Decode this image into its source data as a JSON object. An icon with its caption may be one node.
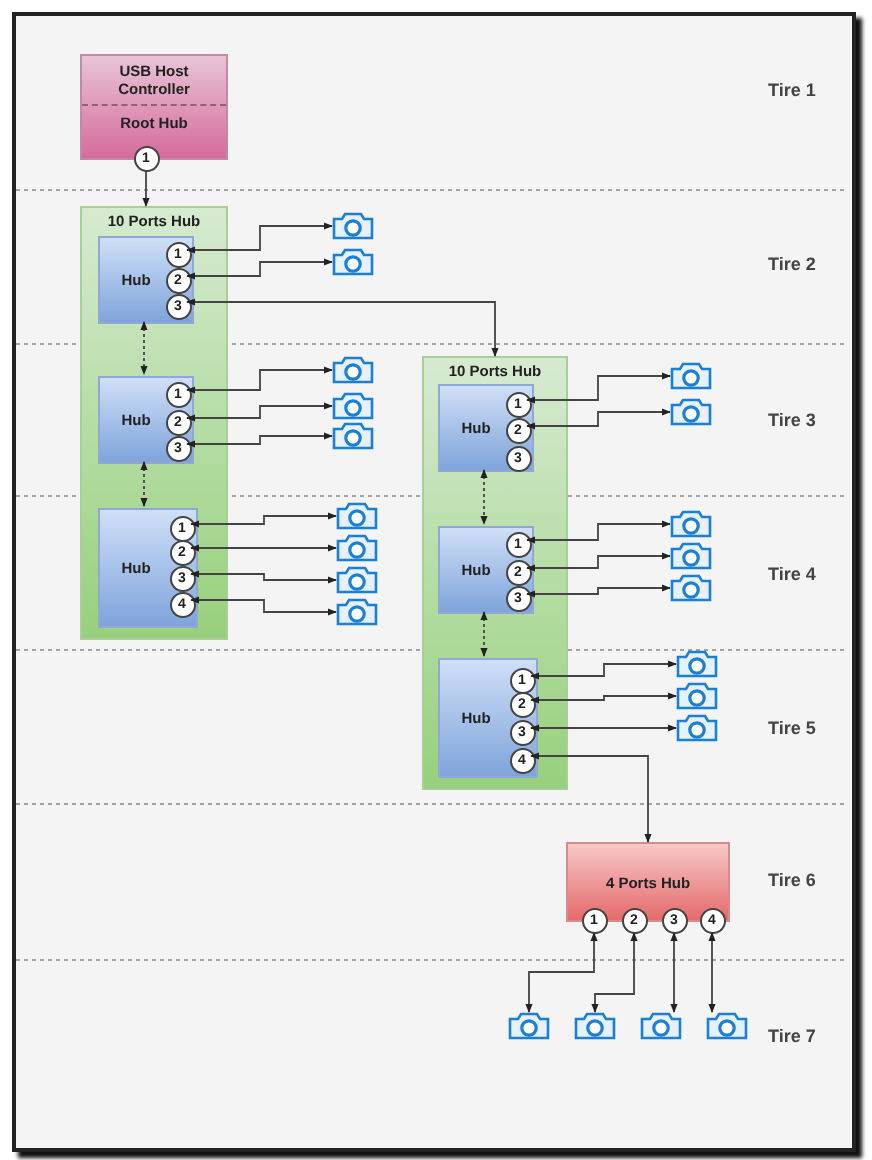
{
  "diagram": {
    "nodes": [
      {
        "text": [
          "USB Host Controller",
          "Root Hub"
        ]
      },
      {
        "text": [
          "1"
        ]
      },
      {
        "text": [
          "10 Ports Hub"
        ]
      },
      {
        "text": [
          "Hub"
        ],
        "in": 2
      },
      {
        "text": [
          "1"
        ],
        "in": 3
      },
      {
        "text": [
          "2"
        ],
        "in": 3
      },
      {
        "text": [
          "3"
        ],
        "in": 3
      },
      {
        "text": [],
        "shape": "camera"
      },
      {
        "text": [],
        "shape": "camera"
      },
      {
        "text": [
          "Hub"
        ],
        "in": 2
      },
      {
        "text": [
          "1"
        ],
        "in": 9
      },
      {
        "text": [
          "2"
        ],
        "in": 9
      },
      {
        "text": [
          "3"
        ],
        "in": 9
      },
      {
        "text": [],
        "shape": "camera"
      },
      {
        "text": [],
        "shape": "camera"
      },
      {
        "text": [],
        "shape": "camera"
      },
      {
        "text": [
          "Hub"
        ],
        "in": 2
      },
      {
        "text": [
          "1"
        ],
        "in": 16
      },
      {
        "text": [
          "2"
        ],
        "in": 16
      },
      {
        "text": [
          "3"
        ],
        "in": 16
      },
      {
        "text": [
          "4"
        ],
        "in": 16
      },
      {
        "text": [],
        "shape": "camera"
      },
      {
        "text": [],
        "shape": "camera"
      },
      {
        "text": [],
        "shape": "camera"
      },
      {
        "text": [],
        "shape": "camera"
      },
      {
        "text": [
          "10 Ports Hub"
        ]
      },
      {
        "text": [
          "Hub"
        ],
        "in": 25
      },
      {
        "text": [
          "1"
        ],
        "in": 26
      },
      {
        "text": [
          "2"
        ],
        "in": 26
      },
      {
        "text": [
          "3"
        ],
        "in": 26
      },
      {
        "text": [],
        "shape": "camera"
      },
      {
        "text": [],
        "shape": "camera"
      },
      {
        "text": [
          "Hub"
        ],
        "in": 25
      },
      {
        "text": [
          "1"
        ],
        "in": 32
      },
      {
        "text": [
          "2"
        ],
        "in": 32
      },
      {
        "text": [
          "3"
        ],
        "in": 32
      },
      {
        "text": [],
        "shape": "camera"
      },
      {
        "text": [],
        "shape": "camera"
      },
      {
        "text": [],
        "shape": "camera"
      },
      {
        "text": [
          "Hub"
        ],
        "in": 25
      },
      {
        "text": [
          "1"
        ],
        "in": 39
      },
      {
        "text": [
          "2"
        ],
        "in": 39
      },
      {
        "text": [
          "3"
        ],
        "in": 39
      },
      {
        "text": [
          "4"
        ],
        "in": 39
      },
      {
        "text": [],
        "shape": "camera"
      },
      {
        "text": [],
        "shape": "camera"
      },
      {
        "text": [],
        "shape": "camera"
      },
      {
        "text": [
          "4 Ports Hub"
        ]
      },
      {
        "text": [
          "1"
        ]
      },
      {
        "text": [
          "2"
        ]
      },
      {
        "text": [
          "3"
        ]
      },
      {
        "text": [
          "4"
        ]
      },
      {
        "text": [],
        "shape": "camera"
      },
      {
        "text": [],
        "shape": "camera"
      },
      {
        "text": [],
        "shape": "camera"
      },
      {
        "text": [],
        "shape": "camera"
      }
    ],
    "edges": [
      {
        "from": 1,
        "to": 2,
        "arrow": "to"
      },
      {
        "from": 4,
        "to": 7,
        "arrow": "both"
      },
      {
        "from": 5,
        "to": 8,
        "arrow": "both"
      },
      {
        "from": 6,
        "to": 25,
        "arrow": "both"
      },
      {
        "from": 3,
        "to": 9,
        "arrow": "both",
        "style": "dashed"
      },
      {
        "from": 10,
        "to": 13,
        "arrow": "both"
      },
      {
        "from": 11,
        "to": 14,
        "arrow": "both"
      },
      {
        "from": 12,
        "to": 15,
        "arrow": "both"
      },
      {
        "from": 9,
        "to": 16,
        "arrow": "both",
        "style": "dashed"
      },
      {
        "from": 17,
        "to": 21,
        "arrow": "both"
      },
      {
        "from": 18,
        "to": 22,
        "arrow": "both"
      },
      {
        "from": 19,
        "to": 23,
        "arrow": "both"
      },
      {
        "from": 20,
        "to": 24,
        "arrow": "both"
      },
      {
        "from": 27,
        "to": 30,
        "arrow": "both"
      },
      {
        "from": 28,
        "to": 31,
        "arrow": "both"
      },
      {
        "from": 26,
        "to": 32,
        "arrow": "both",
        "style": "dashed"
      },
      {
        "from": 33,
        "to": 36,
        "arrow": "both"
      },
      {
        "from": 34,
        "to": 37,
        "arrow": "both"
      },
      {
        "from": 35,
        "to": 38,
        "arrow": "both"
      },
      {
        "from": 32,
        "to": 39,
        "arrow": "both",
        "style": "dashed"
      },
      {
        "from": 40,
        "to": 44,
        "arrow": "both"
      },
      {
        "from": 41,
        "to": 45,
        "arrow": "both"
      },
      {
        "from": 42,
        "to": 46,
        "arrow": "both"
      },
      {
        "from": 43,
        "to": 47,
        "arrow": "both"
      },
      {
        "from": 48,
        "to": 52,
        "arrow": "both"
      },
      {
        "from": 49,
        "to": 53,
        "arrow": "both"
      },
      {
        "from": 50,
        "to": 54,
        "arrow": "both"
      },
      {
        "from": 51,
        "to": 55,
        "arrow": "both"
      }
    ],
    "labels": [
      "Tire 1",
      "Tire 2",
      "Tire 3",
      "Tire 4",
      "Tire 5",
      "Tire 6",
      "Tire 7"
    ]
  }
}
